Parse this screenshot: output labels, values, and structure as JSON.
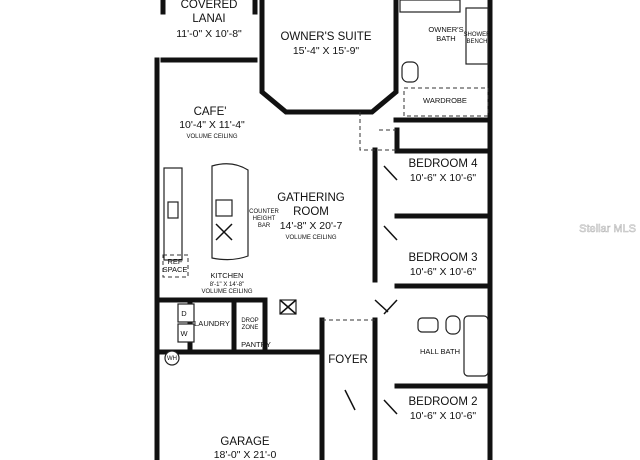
{
  "rooms": {
    "lanai": {
      "name1": "COVERED",
      "name2": "LANAI",
      "dims": "11'-0\" X 10'-8\""
    },
    "owners_suite": {
      "name": "OWNER'S SUITE",
      "dims": "15'-4\" X 15'-9\""
    },
    "owners_bath": {
      "name1": "OWNER'S",
      "name2": "BATH",
      "shower": "SHOWER",
      "bench": "BENCH"
    },
    "wardrobe": {
      "name": "WARDROBE"
    },
    "cafe": {
      "name": "CAFE'",
      "dims": "10'-4\" X 11'-4\"",
      "note": "VOLUME CEILING"
    },
    "gathering": {
      "name1": "GATHERING",
      "name2": "ROOM",
      "dims": "14'-8\" X 20'-7",
      "note": "VOLUME CEILING"
    },
    "counter": {
      "line1": "COUNTER",
      "line2": "HEIGHT",
      "line3": "BAR"
    },
    "kitchen": {
      "name": "KITCHEN",
      "dims": "8'-1\" X 14'-8\"",
      "note": "VOLUME CEILING"
    },
    "ref": {
      "line1": "REF",
      "line2": "SPACE"
    },
    "laundry": {
      "name": "LAUNDRY",
      "d": "D",
      "w": "W"
    },
    "drop_zone": {
      "line1": "DROP",
      "line2": "ZONE"
    },
    "pantry": {
      "name": "PANTRY"
    },
    "wh": {
      "name": "WH"
    },
    "foyer": {
      "name": "FOYER"
    },
    "garage": {
      "name": "GARAGE",
      "dims": "18'-0\" X 21'-0"
    },
    "bedroom4": {
      "name": "BEDROOM 4",
      "dims": "10'-6\" X 10'-6\""
    },
    "bedroom3": {
      "name": "BEDROOM 3",
      "dims": "10'-6\" X 10'-6\""
    },
    "hall_bath": {
      "name": "HALL BATH"
    },
    "bedroom2": {
      "name": "BEDROOM 2",
      "dims": "10'-6\" X 10'-6\""
    }
  },
  "watermark": {
    "text": "Stellar MLS"
  }
}
